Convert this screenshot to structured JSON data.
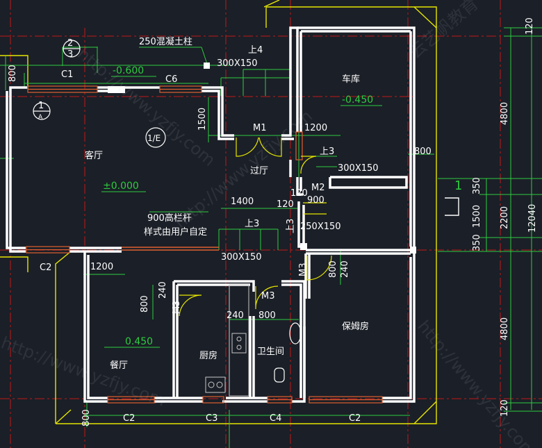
{
  "axis_labels": {
    "axis_2_3_top": "2",
    "axis_2_3_bottom": "3",
    "axis_1_a_top": "1",
    "axis_1_a_bottom": "A",
    "axis_1e": "1/E",
    "axis_right_1": "1"
  },
  "rooms": {
    "living_room": "客厅",
    "garage": "车库",
    "hall": "过厅",
    "dining": "餐厅",
    "kitchen": "厨房",
    "bathroom": "卫生间",
    "nanny_room": "保姆房"
  },
  "levels": {
    "living": "±0.000",
    "garage": "-0.450",
    "outdoor": "-0.600",
    "dining": "0.450"
  },
  "annotations": {
    "column": "250混凝土柱",
    "railing_line1": "900高栏杆",
    "railing_line2": "样式由用户自定",
    "step_up_top": "上4",
    "step_up_mid": "上3",
    "step_up_garage": "上3",
    "step_up_rot": "上3"
  },
  "openings": {
    "C1": "C1",
    "C6": "C6",
    "C2_left": "C2",
    "M1": "M1",
    "M2": "M2",
    "M3_dining": "M3",
    "M3_bath": "M3",
    "M3_nanny": "M3",
    "C2_bottom_left": "C2",
    "C3": "C3",
    "C4": "C4",
    "C2_bottom_right": "C2"
  },
  "dimensions": {
    "step_top": "300X150",
    "step_garage": "300X150",
    "step_mid": "300X150",
    "step_rot": "250X150",
    "d1500_vertical": "1500",
    "d1200_hall": "1200",
    "d800_right": "800",
    "d1400": "1400",
    "d120_a": "120",
    "d120_b": "120",
    "d900": "900",
    "d1200_dining": "1200",
    "d240_dining": "240",
    "d800_dining": "800",
    "d240_kitchen": "240",
    "d800_bath": "800",
    "d800_nanny": "800",
    "d240_nanny": "240",
    "d800_left_top": "800",
    "d800_left_bottom": "800",
    "d120_top_right": "120",
    "d4800_top": "4800",
    "d350_a": "350",
    "d1500_right": "1500",
    "d350_b": "350",
    "d2200": "2200",
    "d12040": "12040",
    "d4800_bottom": "4800",
    "d120_bottom_right": "120"
  },
  "watermarks": {
    "brand": "云艺帆教育",
    "url": "http://www.yzfjy.com"
  },
  "colors": {
    "background": "#1b1f27",
    "wall": "#ffffff",
    "dimension": "#2ecc40",
    "outline": "#e6e600",
    "axis": "#e02020",
    "window": "#e06030",
    "text": "#ffffff"
  }
}
